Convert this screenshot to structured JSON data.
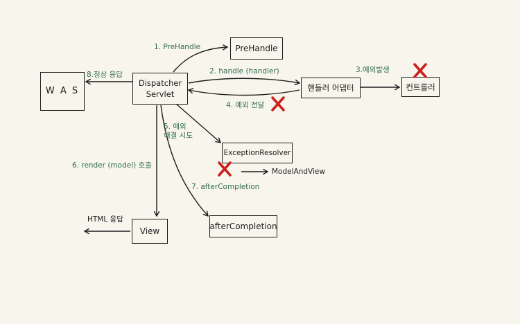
{
  "nodes": {
    "was": "W A S",
    "dispatcher": "Dispatcher\nServlet",
    "prehandle": "PreHandle",
    "adapter": "핸들러 어댑터",
    "controller": "컨트롤러",
    "resolver": "ExceptionResolver",
    "view": "View",
    "after_completion": "afterCompletion"
  },
  "labels": {
    "step1": "1. PreHandle",
    "step2": "2. handle (handler)",
    "step3": "3.예외발생",
    "step4": "4. 예외 전달",
    "step5": "5. 예외\n해결 시도",
    "step6": "6. render (model) 호출",
    "step7": "7. afterCompletion",
    "step8": "8.정상 응답",
    "model_and_view": "ModelAndView",
    "html_response": "HTML 응답"
  },
  "colors": {
    "background": "#f8f6ec",
    "stroke": "#1c1c1c",
    "label": "#2f6b4f",
    "mark": "#cc1f1f"
  }
}
